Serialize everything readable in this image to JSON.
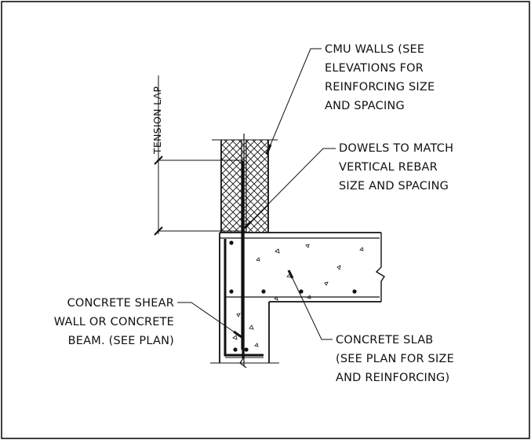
{
  "dimension_label": "TENSION LAP",
  "callouts": {
    "cmu_walls": [
      "CMU WALLS (SEE",
      "ELEVATIONS FOR",
      "REINFORCING SIZE",
      "AND SPACING"
    ],
    "dowels": [
      "DOWELS TO MATCH",
      "VERTICAL REBAR",
      "SIZE AND SPACING"
    ],
    "shear_wall": [
      "CONCRETE SHEAR",
      "WALL OR CONCRETE",
      "BEAM. (SEE PLAN)"
    ],
    "slab": [
      "CONCRETE SLAB",
      "(SEE PLAN FOR SIZE",
      "AND REINFORCING)"
    ]
  },
  "colors": {
    "line": "#111111",
    "background": "#ffffff"
  }
}
